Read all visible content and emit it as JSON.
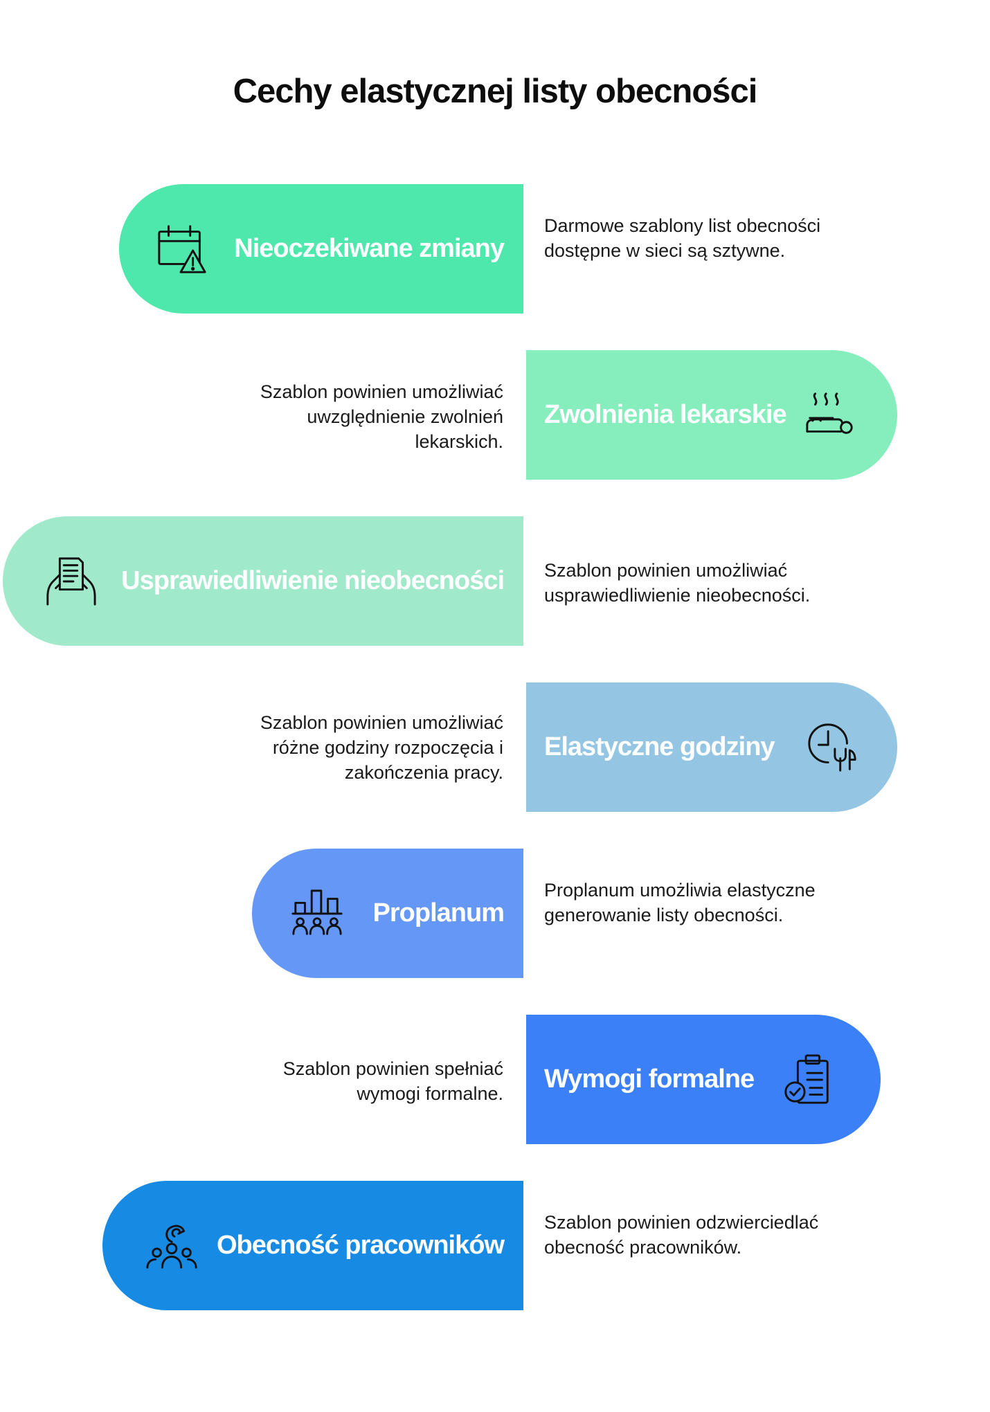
{
  "title": "Cechy elastycznej listy obecności",
  "items": [
    {
      "label": "Nieoczekiwane zmiany",
      "description": "Darmowe szablony list obecności dostępne w sieci są sztywne.",
      "color": "#4ee8ad",
      "icon": "calendar-warning-icon"
    },
    {
      "label": "Zwolnienia lekarskie",
      "description": "Szablon powinien umożliwiać uwzględnienie zwolnień lekarskich.",
      "color": "#86edbd",
      "icon": "sick-bed-icon"
    },
    {
      "label": "Usprawiedliwienie nieobecności",
      "description": "Szablon powinien umożliwiać usprawiedliwienie nieobecności.",
      "color": "#a1e9cb",
      "icon": "document-hands-icon"
    },
    {
      "label": "Elastyczne godziny",
      "description": "Szablon powinien umożliwiać różne godziny rozpoczęcia i zakończenia pracy.",
      "color": "#94c6e3",
      "icon": "clock-tools-icon"
    },
    {
      "label": "Proplanum",
      "description": "Proplanum umożliwia elastyczne generowanie listy obecności.",
      "color": "#6597f7",
      "icon": "team-chart-icon"
    },
    {
      "label": "Wymogi formalne",
      "description": "Szablon powinien spełniać wymogi formalne.",
      "color": "#3c80f7",
      "icon": "clipboard-check-icon"
    },
    {
      "label": "Obecność pracowników",
      "description": "Szablon powinien odzwierciedlać obecność pracowników.",
      "color": "#178ae4",
      "icon": "employees-icon"
    }
  ]
}
